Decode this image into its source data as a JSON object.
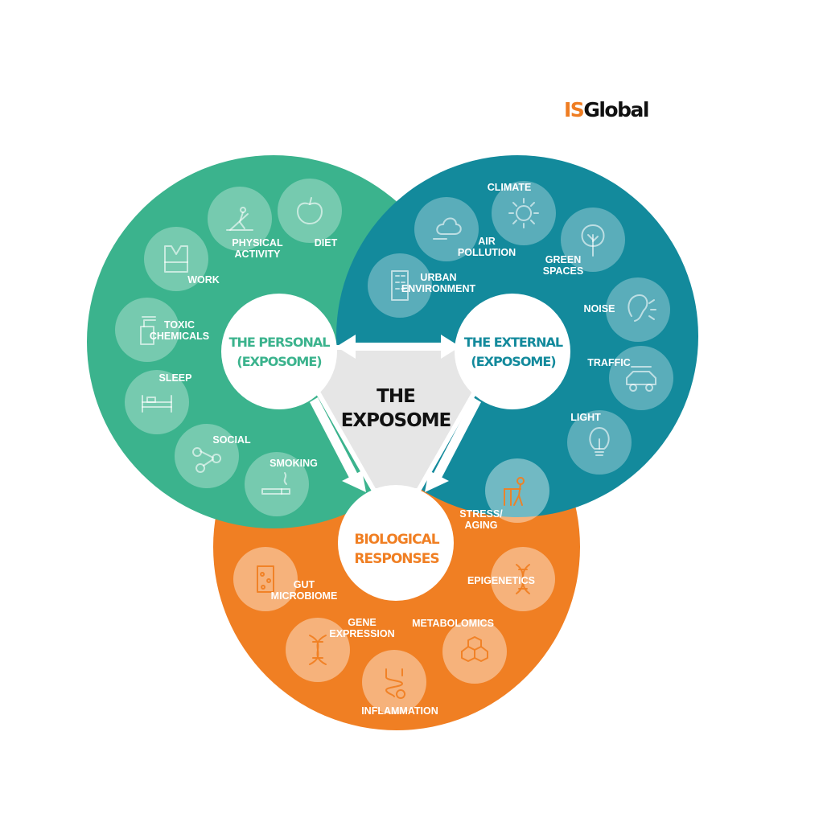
{
  "logo": {
    "is": "IS",
    "global": "Global"
  },
  "center": {
    "line1": "THE",
    "line2": "EXPOSOME"
  },
  "personal": {
    "line1": "THE PERSONAL",
    "line2": "(EXPOSOME)",
    "color": "#3bb38d",
    "items": [
      {
        "icon": "treadmill-icon",
        "lines": [
          "PHYSICAL",
          "ACTIVITY"
        ]
      },
      {
        "icon": "apple-icon",
        "lines": [
          "DIET"
        ]
      },
      {
        "icon": "safety-vest-icon",
        "lines": [
          "WORK"
        ]
      },
      {
        "icon": "spray-bottle-icon",
        "lines": [
          "TOXIC",
          "CHEMICALS"
        ]
      },
      {
        "icon": "bed-icon",
        "lines": [
          "SLEEP"
        ]
      },
      {
        "icon": "network-icon",
        "lines": [
          "SOCIAL"
        ]
      },
      {
        "icon": "cigarette-icon",
        "lines": [
          "SMOKING"
        ]
      }
    ]
  },
  "external": {
    "line1": "THE EXTERNAL",
    "line2": "(EXPOSOME)",
    "color": "#138a9c",
    "items": [
      {
        "icon": "sun-icon",
        "lines": [
          "CLIMATE"
        ]
      },
      {
        "icon": "smoke-icon",
        "lines": [
          "AIR",
          "POLLUTION"
        ]
      },
      {
        "icon": "tree-icon",
        "lines": [
          "GREEN",
          "SPACES"
        ]
      },
      {
        "icon": "building-icon",
        "lines": [
          "URBAN",
          "ENVIRONMENT"
        ]
      },
      {
        "icon": "ear-icon",
        "lines": [
          "NOISE"
        ]
      },
      {
        "icon": "car-icon",
        "lines": [
          "TRAFFIC"
        ]
      },
      {
        "icon": "lightbulb-icon",
        "lines": [
          "LIGHT"
        ]
      }
    ]
  },
  "biological": {
    "line1": "BIOLOGICAL",
    "line2": "RESPONSES",
    "color": "#f07f23",
    "items": [
      {
        "icon": "elderly-walker-icon",
        "lines": [
          "STRESS/",
          "AGING"
        ]
      },
      {
        "icon": "dna-icon",
        "lines": [
          "EPIGENETICS"
        ]
      },
      {
        "icon": "bacteria-icon",
        "lines": [
          "GUT",
          "MICROBIOME"
        ]
      },
      {
        "icon": "dna-helix-icon",
        "lines": [
          "GENE",
          "EXPRESSION"
        ]
      },
      {
        "icon": "molecule-icon",
        "lines": [
          "METABOLOMICS"
        ]
      },
      {
        "icon": "intestine-icon",
        "lines": [
          "INFLAMMATION"
        ]
      }
    ]
  }
}
